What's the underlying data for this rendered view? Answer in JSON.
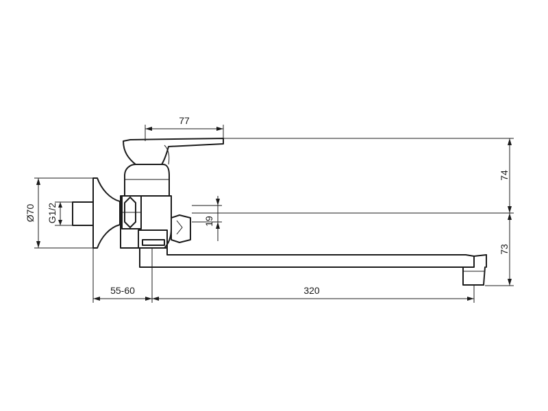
{
  "dimensions": {
    "handle_reach": "77",
    "height_top": "74",
    "height_bottom": "73",
    "offset": "19",
    "diameter": "Ø70",
    "thread": "G1/2",
    "wall_distance": "55-60",
    "spout_length": "320"
  }
}
